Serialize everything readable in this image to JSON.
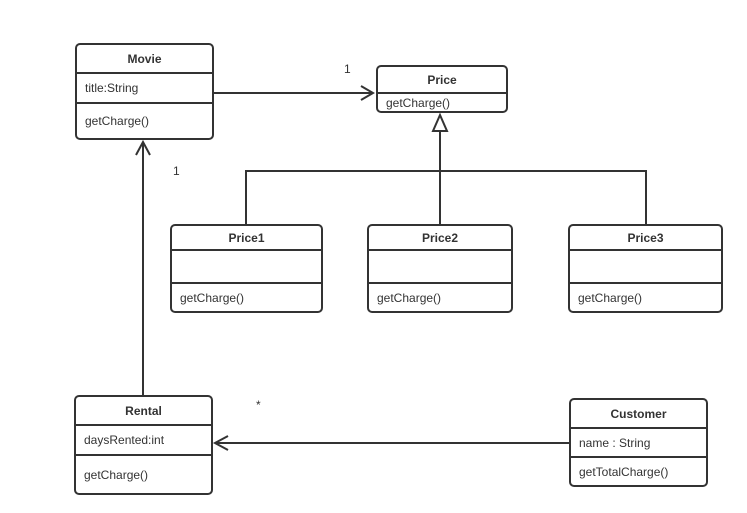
{
  "diagram": {
    "classes": {
      "movie": {
        "name": "Movie",
        "attribute": "title:String",
        "method": "getCharge()"
      },
      "price": {
        "name": "Price",
        "method": "getCharge()"
      },
      "price1": {
        "name": "Price1",
        "attribute": "",
        "method": "getCharge()"
      },
      "price2": {
        "name": "Price2",
        "attribute": "",
        "method": "getCharge()"
      },
      "price3": {
        "name": "Price3",
        "attribute": "",
        "method": "getCharge()"
      },
      "rental": {
        "name": "Rental",
        "attribute": "daysRented:int",
        "method": "getCharge()"
      },
      "customer": {
        "name": "Customer",
        "attribute": "name : String",
        "method": "getTotalCharge()"
      }
    },
    "labels": {
      "movie_price": "1",
      "rental_movie": "1",
      "customer_rental": "*"
    },
    "colors": {
      "stroke": "#333333",
      "fill": "#ffffff"
    }
  }
}
